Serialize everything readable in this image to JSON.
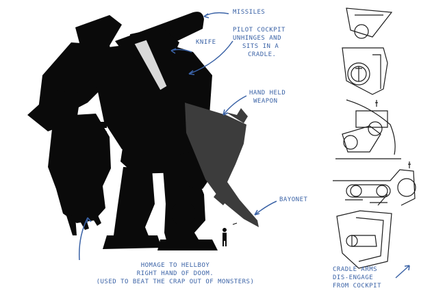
{
  "annotations": {
    "missiles": "MISSILES",
    "knife": "KNIFE",
    "pilot_cockpit": [
      "PILOT COCKPIT",
      "UNHINGES AND",
      "SITS IN A",
      "CRADLE."
    ],
    "hand_held_weapon": [
      "HAND HELD",
      "WEAPON"
    ],
    "bayonet": "BAYONET",
    "homage": [
      "HOMAGE TO HELLBOY",
      "RIGHT HAND OF DOOM.",
      "(USED TO BEAT THE CRAP OUT OF MONSTERS)"
    ],
    "cradle_arms": [
      "CRADLE ARMS",
      "DIS-ENGAGE",
      "FROM COCKPIT"
    ]
  },
  "colors": {
    "ink": "#3a62a6",
    "silhouette": "#0a0a0a",
    "weapon": "#3c3c3c",
    "sketch": "#1b1b1b"
  }
}
